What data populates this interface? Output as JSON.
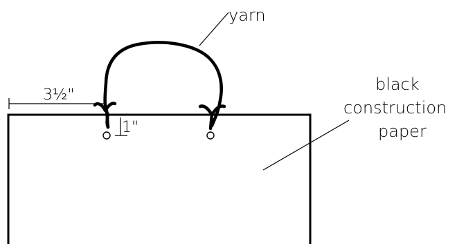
{
  "labels": {
    "yarn": "yarn",
    "paper_line1": "black",
    "paper_line2": "construction",
    "paper_line3": "paper",
    "width_dimension": "3½\"",
    "height_dimension": "1\""
  },
  "colors": {
    "ink": "#000000",
    "background": "#ffffff"
  }
}
